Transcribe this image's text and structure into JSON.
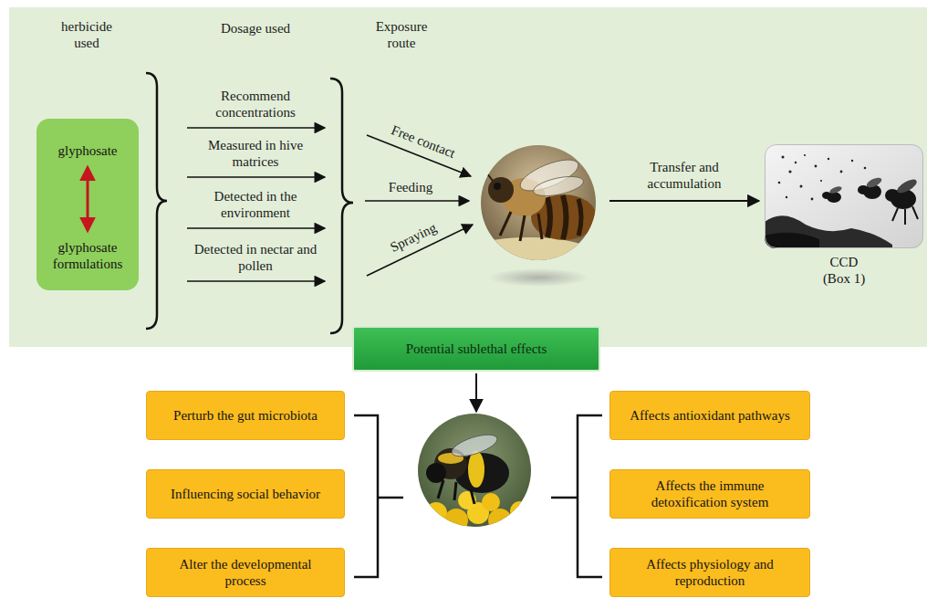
{
  "diagram": {
    "nodes": [
      {
        "text": [
          "glyphosate",
          "glyphosate formulations"
        ]
      },
      {
        "text": [
          "CCD (Box 1)"
        ]
      },
      {
        "text": [
          "Potential sublethal effects"
        ]
      },
      {
        "text": [
          "Perturb the gut microbiota"
        ]
      },
      {
        "text": [
          "Influencing social behavior"
        ]
      },
      {
        "text": [
          "Alter the developmental process"
        ]
      },
      {
        "text": [
          "Affects antioxidant pathways"
        ]
      },
      {
        "text": [
          "Affects the immune detoxification system"
        ]
      },
      {
        "text": [
          "Affects physiology and reproduction"
        ]
      }
    ],
    "labels": [
      "herbicide used",
      "Dosage used",
      "Exposure route",
      "Recommend concentrations",
      "Measured in hive matrices",
      "Detected in the environment",
      "Detected in nectar and pollen",
      "Free contact",
      "Feeding",
      "Spraying",
      "Transfer and accumulation"
    ]
  }
}
